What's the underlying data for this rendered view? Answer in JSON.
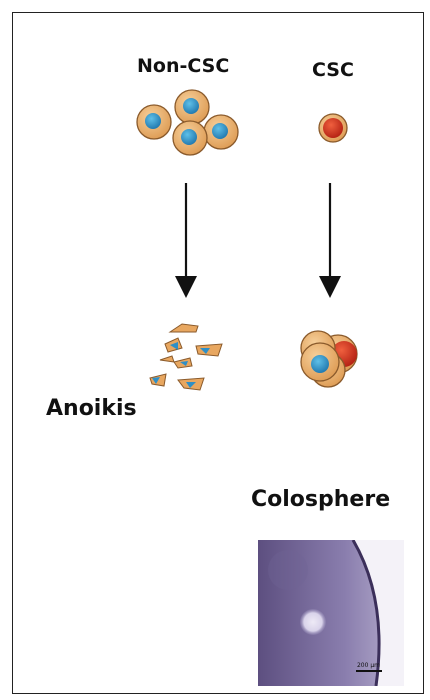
{
  "labels": {
    "non_csc": "Non-CSC",
    "csc": "CSC",
    "anoikis": "Anoikis",
    "colosphere": "Colosphere"
  },
  "micrograph": {
    "scale_label": "200 µm"
  },
  "colors": {
    "cell_body": "#e8a760",
    "cell_outline": "#8a5a2b",
    "nucleus": "#2e8fc6",
    "csc_red": "#d8341e",
    "arrow": "#111111"
  }
}
